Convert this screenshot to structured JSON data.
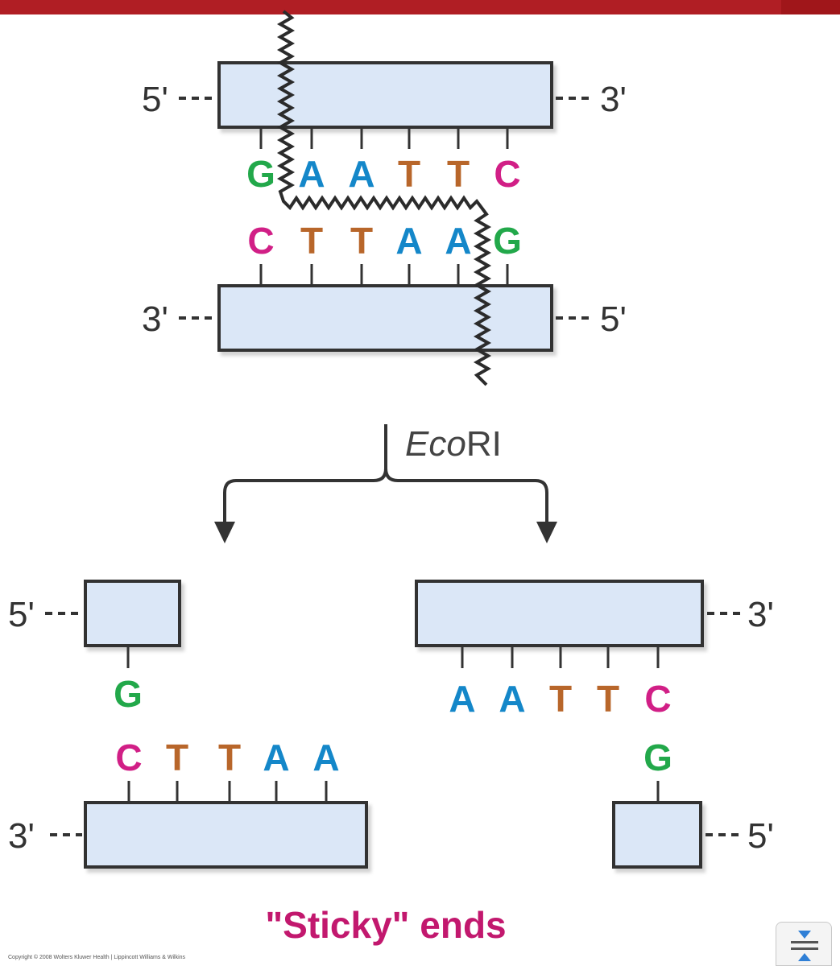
{
  "colors": {
    "accent": "#b01e24",
    "strand_fill": "#dbe7f7",
    "G": "#22a84a",
    "A": "#1487c9",
    "T": "#b8662a",
    "C": "#d11f86",
    "sticky_label": "#c2186e"
  },
  "top_strand": {
    "left_end": "5'",
    "right_end": "3'",
    "bases": [
      "G",
      "A",
      "A",
      "T",
      "T",
      "C"
    ]
  },
  "bottom_strand": {
    "left_end": "3'",
    "right_end": "5'",
    "bases": [
      "C",
      "T",
      "T",
      "A",
      "A",
      "G"
    ]
  },
  "enzyme": {
    "italic": "Eco",
    "plain": "RI"
  },
  "left_fragment": {
    "top": {
      "end_label": "5'",
      "bases": [
        "G"
      ]
    },
    "bottom": {
      "end_label": "3'",
      "bases": [
        "C",
        "T",
        "T",
        "A",
        "A"
      ]
    }
  },
  "right_fragment": {
    "top": {
      "end_label": "3'",
      "bases": [
        "A",
        "A",
        "T",
        "T",
        "C"
      ]
    },
    "bottom": {
      "end_label": "5'",
      "bases": [
        "G"
      ]
    }
  },
  "caption": "\"Sticky\" ends",
  "copyright": "Copyright © 2008 Wolters Kluwer Health | Lippincott Williams & Wilkins",
  "collapse_button": {
    "icon": "collapse-vertical-icon"
  }
}
